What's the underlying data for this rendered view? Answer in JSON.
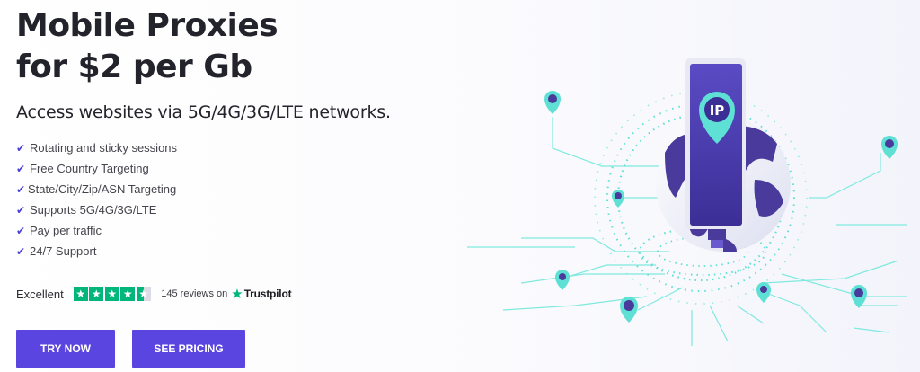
{
  "hero": {
    "headline_line1": "Mobile Proxies",
    "headline_line2": "for $2 per Gb",
    "subheadline": "Access websites via 5G/4G/3G/LTE networks."
  },
  "features": [
    "Rotating and sticky sessions",
    "Free Country Targeting",
    "State/City/Zip/ASN Targeting",
    "Supports 5G/4G/3G/LTE",
    "Pay per traffic",
    "24/7 Support"
  ],
  "trust": {
    "label": "Excellent",
    "rating_stars": 4.5,
    "reviews_text": "145 reviews on",
    "provider": "Trustpilot"
  },
  "buttons": {
    "try_now": "TRY NOW",
    "see_pricing": "SEE PRICING"
  },
  "illustration": {
    "badge_text": "IP",
    "icon": "phone-globe-network-icon"
  },
  "colors": {
    "accent": "#5b45e0",
    "trustpilot_green": "#00b67a",
    "network_teal": "#5fe3d8",
    "globe_purple": "#4a3a9c"
  }
}
